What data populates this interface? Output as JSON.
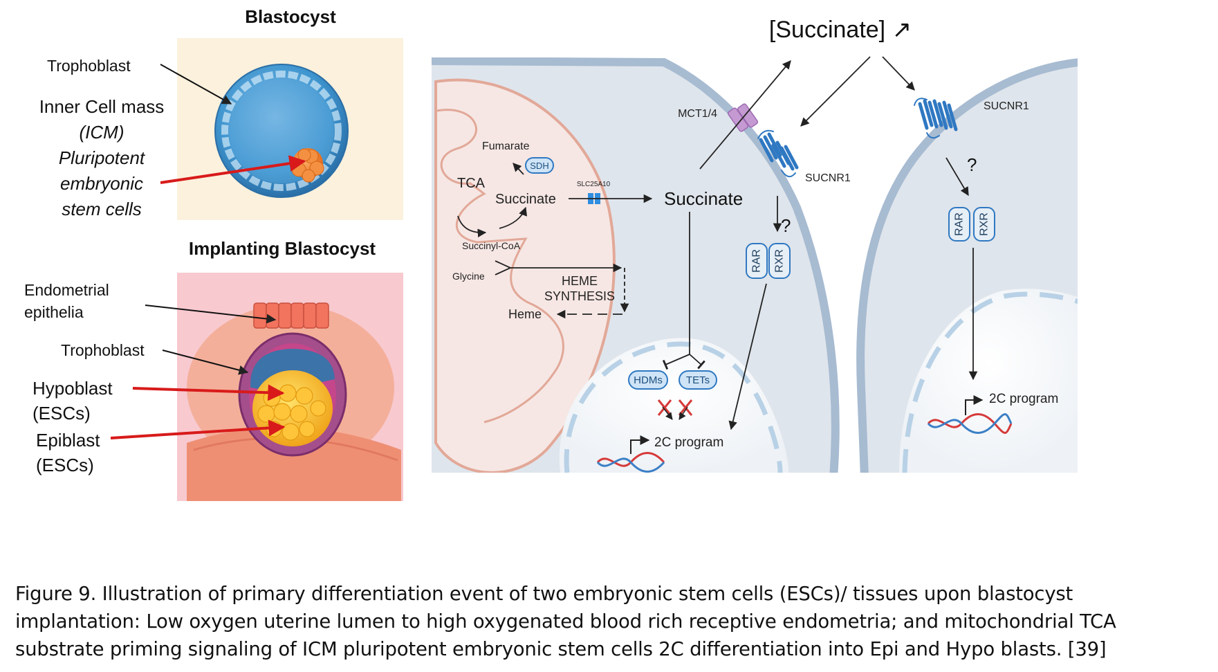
{
  "left_panel": {
    "blastocyst": {
      "title": "Blastocyst",
      "trophoblast": "Trophoblast",
      "icm_lines": [
        "Inner Cell mass",
        "(ICM)",
        "Pluripotent",
        "embryonic",
        "stem cells"
      ]
    },
    "implanting": {
      "title": "Implanting Blastocyst",
      "endometrial_lines": [
        "Endometrial",
        "epithelia"
      ],
      "trophoblast": "Trophoblast",
      "hypoblast_lines": [
        "Hypoblast",
        "(ESCs)"
      ],
      "epiblast_lines": [
        "Epiblast",
        "(ESCs)"
      ]
    }
  },
  "right_panel": {
    "succinate_outside": "[Succinate] ↗",
    "mct": "MCT1/4",
    "sucnr1_a": "SUCNR1",
    "sucnr1_b": "SUCNR1",
    "fumarate": "Fumarate",
    "sdh": "SDH",
    "tca": "TCA",
    "succinate_mito": "Succinate",
    "slc": "SLC25A10",
    "succinate_cyto": "Succinate",
    "succinyl_coa": "Succinyl-CoA",
    "glycine": "Glycine",
    "heme_synthesis_lines": [
      "HEME",
      "SYNTHESIS"
    ],
    "heme": "Heme",
    "question_a": "?",
    "question_b": "?",
    "rar_a": "RAR",
    "rxr_a": "RXR",
    "rar_b": "RAR",
    "rxr_b": "RXR",
    "hdms": "HDMs",
    "tets": "TETs",
    "program_a": "2C program",
    "program_b": "2C program"
  },
  "caption": {
    "lines": [
      "Figure 9.   Illustration of primary differentiation event of two embryonic stem cells (ESCs)/ tissues upon blastocyst",
      "implantation: Low oxygen uterine lumen to high oxygenated blood rich receptive endometria; and mitochondrial TCA",
      "substrate priming signaling of ICM pluripotent embryonic stem cells  2C differentiation into Epi and Hypo blasts. [39]"
    ]
  },
  "colors": {
    "cell_fill": "#dde3ea",
    "membrane": "#9db3cb",
    "mito_fill": "#f6e6e3",
    "mito_edge": "#e2a898",
    "blastocyst_blue": "#3f95cf",
    "icm_orange": "#f07e2e",
    "red_arrow": "#d81a1a",
    "tissue_pink": "#f7c7cc",
    "dna_red": "#d63a3a",
    "dna_blue": "#3b7fc6"
  }
}
